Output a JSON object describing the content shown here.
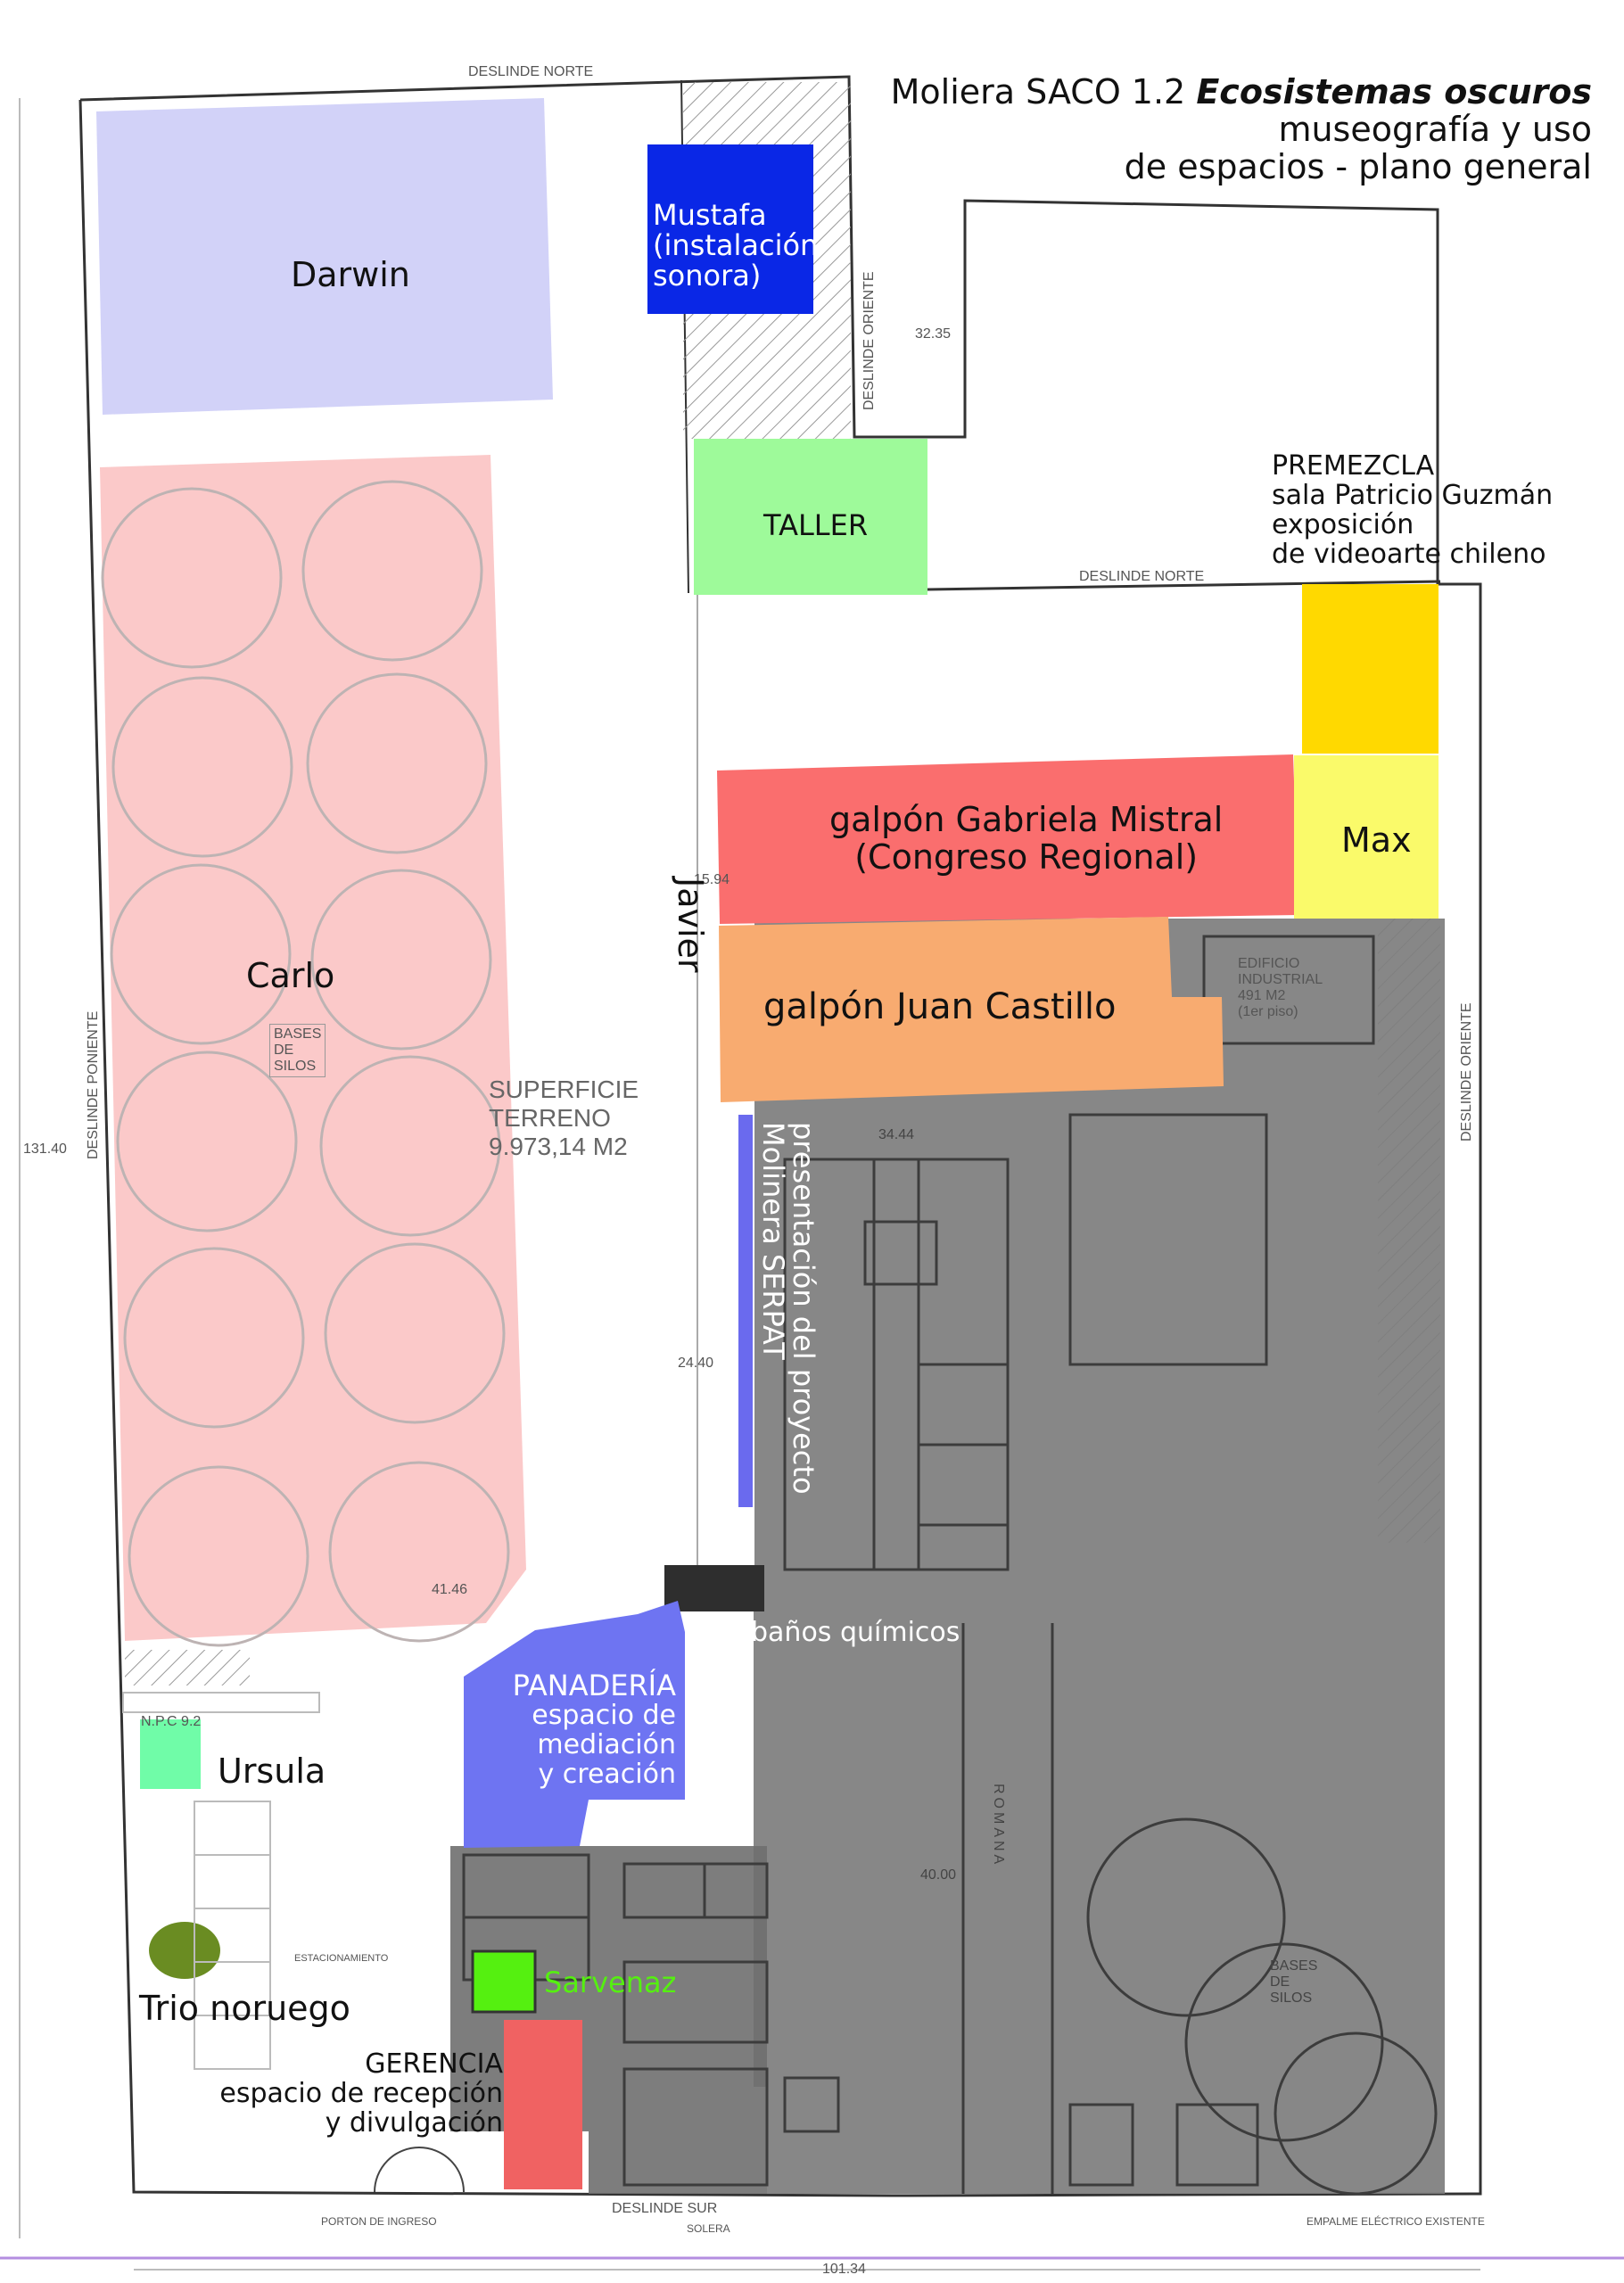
{
  "title": {
    "line1_prefix": "Moliera SACO 1.2",
    "line1_italic": "Ecosistemas oscuros",
    "line2": "museografía y uso",
    "line3": "de espacios - plano general"
  },
  "plan_labels": {
    "deslinde_norte": "DESLINDE NORTE",
    "deslinde_norte_2": "DESLINDE NORTE",
    "deslinde_oriente": "DESLINDE ORIENTE",
    "deslinde_oriente_2": "DESLINDE ORIENTE",
    "deslinde_poniente": "DESLINDE PONIENTE",
    "deslinde_sur": "DESLINDE SUR",
    "superficie": [
      "SUPERFICIE",
      "TERRENO",
      "9.973,14 M2"
    ],
    "bases_silos": [
      "BASES",
      "DE",
      "SILOS"
    ],
    "bases_silos_2": [
      "BASES",
      "DE",
      "SILOS"
    ],
    "edificio": [
      "EDIFICIO",
      "INDUSTRIAL",
      "491 M2",
      "(1er piso)"
    ],
    "romana": "ROMANA",
    "dim_32_35": "32.35",
    "dim_131_40": "131.40",
    "dim_24_40": "24.40",
    "dim_41_46": "41.46",
    "dim_34_44": "34.44",
    "dim_40_00": "40.00",
    "dim_101_34": "101.34",
    "dim_15_94": "15.94",
    "porton": "PORTON DE INGRESO",
    "solera": "SOLERA",
    "empalme": "EMPALME ELÉCTRICO EXISTENTE",
    "estacionamiento": "ESTACIONAMIENTO",
    "rotulo_92": "N.P.C 9.2"
  },
  "spaces": {
    "darwin": "Darwin",
    "mustafa": [
      "Mustafa",
      "(instalación",
      "sonora)"
    ],
    "taller": "TALLER",
    "premezcla": [
      "PREMEZCLA",
      "sala Patricio Guzmán",
      "exposición",
      "de videoarte chileno"
    ],
    "gabriela": [
      "galpón Gabriela Mistral",
      "(Congreso Regional)"
    ],
    "max": "Max",
    "juan_castillo": "galpón Juan Castillo",
    "javier": "Javier",
    "carlo": "Carlo",
    "presentacion": [
      "presentación del proyecto",
      "Molinera SERPAT"
    ],
    "banos": "baños químicos",
    "panaderia": [
      "PANADERÍA",
      "espacio de",
      "mediación",
      "y creación"
    ],
    "ursula": "Ursula",
    "trio": "Trio noruego",
    "sarvenaz": "Sarvenaz",
    "gerencia": [
      "GERENCIA",
      "espacio de recepción",
      "y divulgación"
    ]
  },
  "colors": {
    "darwin": "#d2d2f8",
    "mustafa": "#0a27e6",
    "taller": "#9efa9a",
    "premezcla": "#ffd900",
    "gabriela": "#fa6e6e",
    "max": "#fafa6a",
    "juan_castillo": "#f8ab70",
    "carlo": "#fbc9c9",
    "presentacion": "#6a6aee",
    "banos": "#2e2e2e",
    "panaderia": "#6e74f2",
    "ursula": "#70fca8",
    "trio": "#6a8c22",
    "sarvenaz": "#55f010",
    "gerencia": "#f06262",
    "building": "#7d7d7d",
    "plan_line": "#555555",
    "bottom_line": "#b48ee0"
  }
}
